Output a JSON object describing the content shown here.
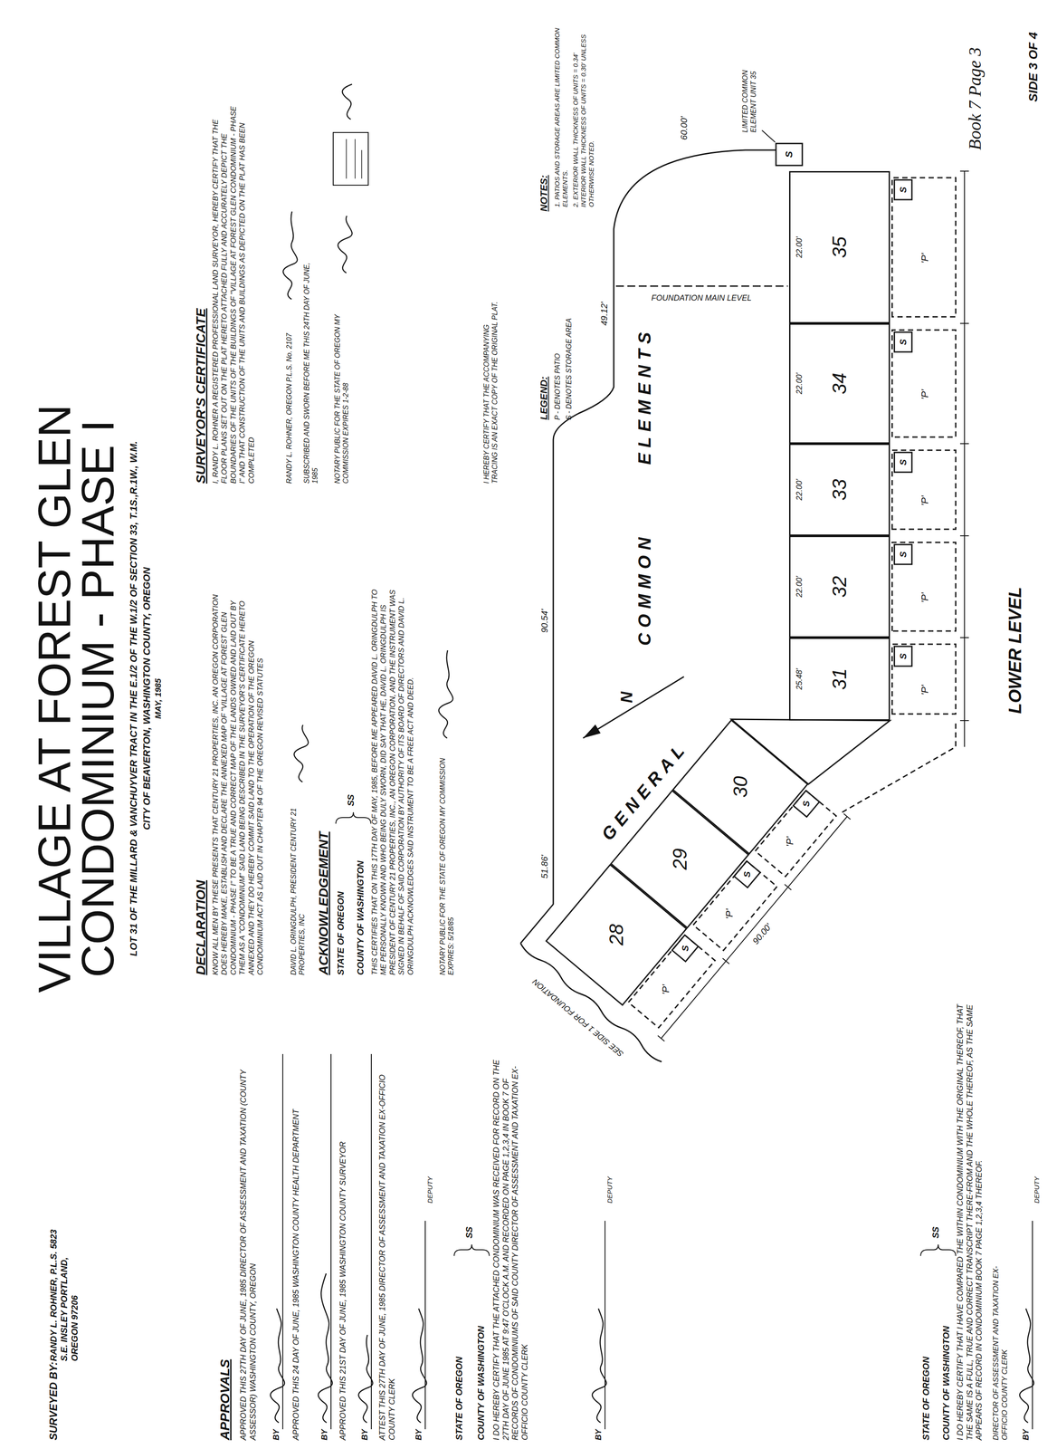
{
  "diagram": {
    "title": "VILLAGE AT FOREST GLEN CONDOMINIUM - PHASE I",
    "nodes": [
      {
        "text": [
          "28"
        ]
      },
      {
        "text": [
          "29"
        ]
      },
      {
        "text": [
          "30"
        ]
      },
      {
        "text": [
          "31"
        ]
      },
      {
        "text": [
          "32"
        ]
      },
      {
        "text": [
          "33"
        ]
      },
      {
        "text": [
          "34"
        ]
      },
      {
        "text": [
          "35"
        ]
      }
    ],
    "labels": [
      "SURVEYED BY:",
      "RANDY L. ROHNER, P.L.S. 5823 S.E. INSLEY PORTLAND, OREGON 97206",
      "LOT 31 OF THE MILLARD & VANCHUYVER TRACT IN THE E.1/2 OF THE W.1/2 OF SECTION 33, T.1S.,R.1W., W.M.",
      "CITY OF BEAVERTON, WASHINGTON COUNTY, OREGON",
      "MAY, 1985",
      "APPROVALS",
      "APPROVED THIS 27TH DAY OF JUNE, 1985 DIRECTOR OF ASSESSMENT AND TAXATION (COUNTY ASSESSOR) WASHINGTON COUNTY, OREGON",
      "BY",
      "APPROVED THIS 24 DAY OF JUNE, 1985 WASHINGTON COUNTY HEALTH DEPARTMENT",
      "BY",
      "APPROVED THIS 21ST DAY OF JUNE, 1985 WASHINGTON COUNTY SURVEYOR",
      "BY",
      "ATTEST THIS 27TH DAY OF JUNE, 1985 DIRECTOR OF ASSESSMENT AND TAXATION EX-OFFICIO COUNTY CLERK",
      "BY",
      "DEPUTY",
      "STATE OF OREGON",
      "SS",
      "COUNTY OF WASHINGTON",
      "I DO HEREBY CERTIFY THAT THE ATTACHED CONDOMINIUM WAS RECEIVED FOR RECORD ON THE 27TH DAY OF JUNE 1985 AT 9:47 O'CLOCK A.M. AND RECORDED ON PAGE 1,2,3,4 IN BOOK 7 OF RECORDS OF CONDOMINIUMS OF SAID COUNTY DIRECTOR OF ASSESSMENT AND TAXATION EX-OFFICIO COUNTY CLERK",
      "BY",
      "DEPUTY",
      "STATE OF OREGON",
      "SS",
      "COUNTY OF WASHINGTON",
      "I DO HEREBY CERTIFY THAT I HAVE COMPARED THE WITHIN CONDOMINIUM WITH THE ORIGINAL THEREOF, THAT THE SAME IS A FULL, TRUE AND CORRECT TRANSCRIPT THERE-FROM AND THE WHOLE THEREOF, AS THE SAME APPEARS OF RECORD IN CONDOMINIUM BOOK 7 PAGE 1,2,3,4 THEREOF.",
      "DIRECTOR OF ASSESSMENT AND TAXATION EX-OFFICIO COUNTY CLERK",
      "BY",
      "DEPUTY",
      "DECLARATION",
      "KNOW ALL MEN BY THESE PRESENTS THAT CENTURY 21 PROPERTIES, INC. AN OREGON CORPORATION DOES HEREBY MAKE, ESTABLISH AND DECLARE THE ANNEXED MAP OF \"VILLAGE AT FOREST GLEN CONDOMINIUM - PHASE I\" TO BE A TRUE AND CORRECT MAP OF THE LANDS OWNED AND LAID OUT BY THEM AS A \"CONDOMINIUM\" SAID LAND BEING DESCRIBED IN THE SURVEYOR'S CERTIFICATE HERETO ANNEXED AND THEY DO HEREBY COMMIT SAID LAND TO THE OPERATION OF THE OREGON CONDOMINIUM ACT AS LAID OUT IN CHAPTER 94 OF THE OREGON REVISED STATUTES",
      "DAVID L. ORINGDULPH, PRESIDENT CENTURY 21 PROPERTIES, INC",
      "ACKNOWLEDGEMENT",
      "STATE OF OREGON",
      "SS",
      "COUNTY OF WASHINGTON",
      "THIS CERTIFIES THAT ON THIS 17TH DAY OF MAY, 1985, BEFORE ME APPEARED DAVID L. ORINGDULPH TO ME PERSONALLY KNOWN AND WHO BEING DULY SWORN, DID SAY THAT HE, DAVID L. ORINGDULPH IS PRESIDENT OF CENTURY 21 PROPERTIES, INC., AN OREGON CORPORATION, AND THE INSTRUMENT WAS SIGNED IN BEHALF OF SAID CORPORATION BY AUTHORITY OF ITS BOARD OF DIRECTORS AND DAVID L. ORINGDULPH ACKNOWLEDGES SAID INSTRUMENT TO BE A FREE ACT AND DEED.",
      "NOTARY PUBLIC FOR THE STATE OF OREGON MY COMMISSION EXPIRES: 5/18/85",
      "SURVEYOR'S CERTIFICATE",
      "I, RANDY L. ROHNER A REGISTERED PROFESSIONAL LAND SURVEYOR, HEREBY CERTIFY THAT THE FLOOR PLANS SET OUT ON THE PLAT HERETO ATTACHED FULLY AND ACCURATELY DEPICT THE BOUNDARIES OF THE UNITS OF THE BUILDINGS OF \"VILLAGE AT FOREST GLEN CONDOMINIUM - PHASE I\" AND THAT CONSTRUCTION OF THE UNITS AND BUILDINGS AS DEPICTED ON THE PLAT HAS BEEN COMPLETED",
      "RANDY L. ROHNER, OREGON P.L.S. No. 2107",
      "SUBSCRIBED AND SWORN BEFORE ME THIS 24TH DAY OF JUNE, 1985",
      "NOTARY PUBLIC FOR THE STATE OF OREGON MY COMMISSION EXPIRES 1-2-88",
      "I HEREBY CERTIFY THAT THE ACCOMPANYING TRACING IS AN EXACT COPY OF THE ORIGINAL PLAT.",
      "LEGEND:",
      "NOTES:",
      "1. PATIOS AND STORAGE AREAS ARE LIMITED COMMON ELEMENTS.",
      "2. EXTERIOR WALL THICKNESS OF UNITS = 0.34' INTERIOR WALL THICKNESS OF UNITS = 0.30' UNLESS OTHERWISE NOTED.",
      "Book 7 Page 3",
      "SIDE 3 OF 4",
      "LOWER LEVEL",
      "GENERAL",
      "COMMON",
      "ELEMENTS",
      "N",
      "FOUNDATION MAIN LEVEL",
      "SEE SIDE 1 FOR FOUNDATION",
      "S",
      "LIMITED COMMON ELEMENT UNIT 35",
      "51.86'",
      "90.54'",
      "49.12'",
      "60.00'",
      "25.48'",
      "22.00'",
      "22.00'",
      "22.00'",
      "22.00'",
      "90.00'",
      "'P'",
      "'P'",
      "'P'",
      "'P'",
      "'P'",
      "'P'",
      "'P'",
      "'P'",
      "S",
      "S",
      "S",
      "S",
      "S",
      "S",
      "S",
      "S"
    ],
    "legend": [
      {
        "text": "P - DENOTES PATIO"
      },
      {
        "text": "S - DENOTES STORAGE AREA"
      }
    ]
  }
}
